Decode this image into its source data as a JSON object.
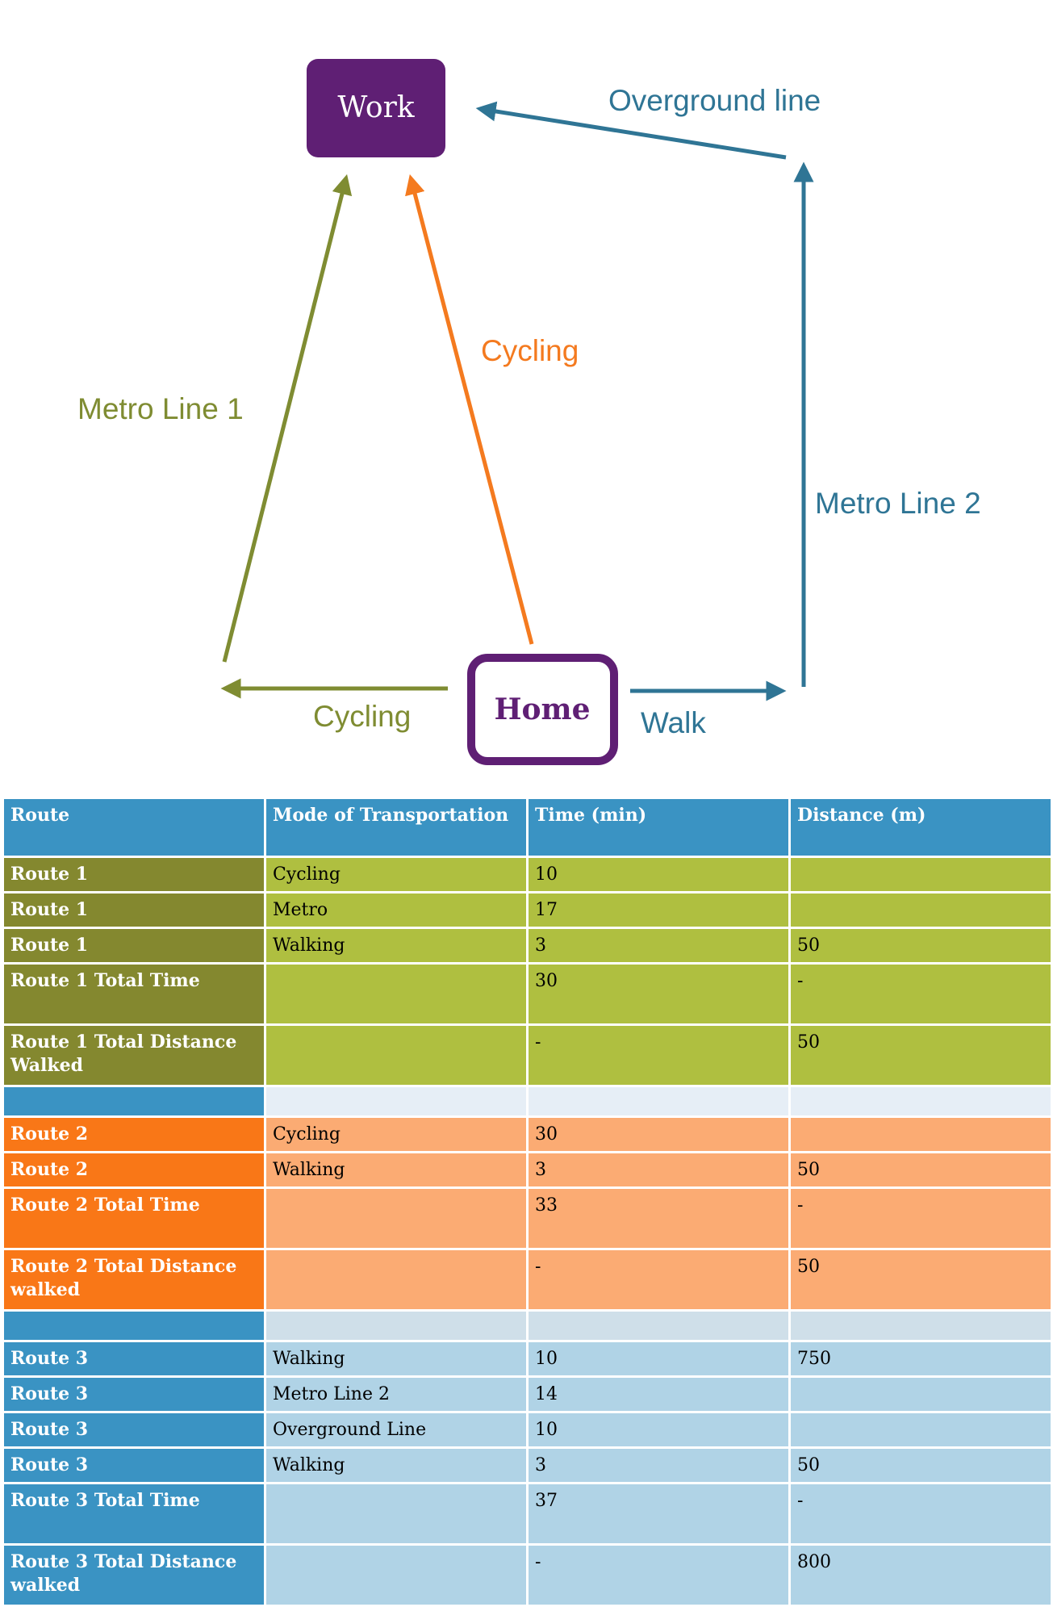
{
  "diagram": {
    "nodes": {
      "work": "Work",
      "home": "Home"
    },
    "edges": {
      "overground": "Overground line",
      "metro1": "Metro Line 1",
      "cycling_direct": "Cycling",
      "metro2": "Metro Line 2",
      "cycling_left": "Cycling",
      "walk": "Walk"
    },
    "colors": {
      "purple": "#5f1f74",
      "olive": "#7f8c32",
      "orange": "#f47a1f",
      "teal": "#2f7595"
    }
  },
  "table": {
    "headers": [
      "Route",
      "Mode of Transportation",
      "Time (min)",
      "Distance (m)"
    ],
    "rows": [
      {
        "group": "g",
        "size": "short",
        "cells": [
          "Route 1",
          "Cycling",
          "10",
          ""
        ]
      },
      {
        "group": "g",
        "size": "short",
        "cells": [
          "Route 1",
          "Metro",
          "17",
          ""
        ]
      },
      {
        "group": "g",
        "size": "short",
        "cells": [
          "Route 1",
          "Walking",
          "3",
          "50"
        ]
      },
      {
        "group": "g",
        "size": "tall",
        "cells": [
          "Route 1 Total Time",
          "",
          "30",
          "-"
        ]
      },
      {
        "group": "g",
        "size": "tall",
        "cells": [
          "Route 1 Total Distance Walked",
          "",
          "-",
          "50"
        ]
      },
      {
        "group": "sep1",
        "size": "sep",
        "cells": [
          "",
          "",
          "",
          ""
        ]
      },
      {
        "group": "o",
        "size": "short",
        "cells": [
          "Route 2",
          "Cycling",
          "30",
          ""
        ]
      },
      {
        "group": "o",
        "size": "short",
        "cells": [
          "Route 2",
          "Walking",
          "3",
          "50"
        ]
      },
      {
        "group": "o",
        "size": "tall",
        "cells": [
          "Route 2 Total Time",
          "",
          "33",
          "-"
        ]
      },
      {
        "group": "o",
        "size": "tall",
        "cells": [
          "Route 2 Total Distance walked",
          "",
          "-",
          "50"
        ]
      },
      {
        "group": "sep2",
        "size": "sep",
        "cells": [
          "",
          "",
          "",
          ""
        ]
      },
      {
        "group": "b",
        "size": "short",
        "cells": [
          "Route 3",
          "Walking",
          "10",
          "750"
        ]
      },
      {
        "group": "b",
        "size": "short",
        "cells": [
          "Route 3",
          "Metro Line 2",
          "14",
          ""
        ]
      },
      {
        "group": "b",
        "size": "short",
        "cells": [
          "Route 3",
          "Overground Line",
          "10",
          ""
        ]
      },
      {
        "group": "b",
        "size": "short",
        "cells": [
          "Route 3",
          "Walking",
          "3",
          "50"
        ]
      },
      {
        "group": "b",
        "size": "tall",
        "cells": [
          "Route 3 Total Time",
          "",
          "37",
          "-"
        ]
      },
      {
        "group": "b",
        "size": "tall",
        "cells": [
          "Route 3 Total Distance walked",
          "",
          "-",
          "800"
        ]
      }
    ]
  }
}
